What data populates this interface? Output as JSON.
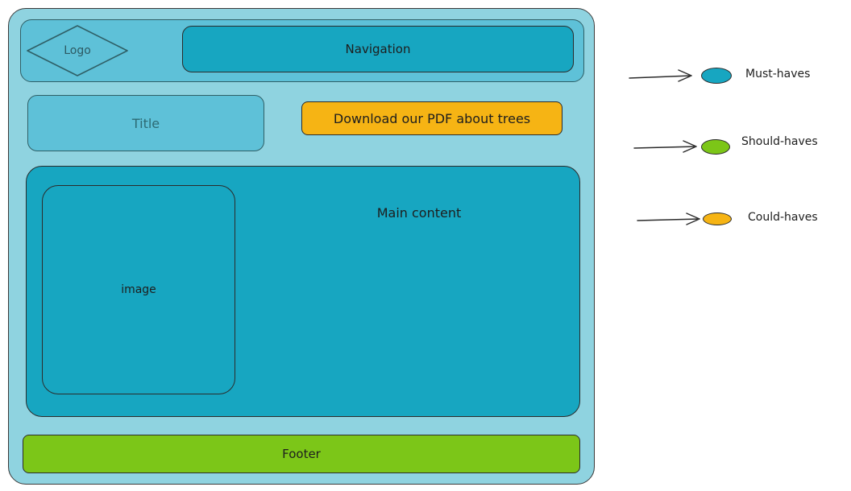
{
  "wireframe": {
    "logo": {
      "label": "Logo"
    },
    "navigation": {
      "label": "Navigation"
    },
    "title": {
      "label": "Title"
    },
    "download": {
      "label": "Download our PDF about trees"
    },
    "main": {
      "label": "Main content"
    },
    "image": {
      "label": "image"
    },
    "footer": {
      "label": "Footer"
    }
  },
  "legend": [
    {
      "label": "Must-haves",
      "color": "#17a6c1"
    },
    {
      "label": "Should-haves",
      "color": "#7cc618"
    },
    {
      "label": "Could-haves",
      "color": "#f6b414"
    }
  ],
  "colors": {
    "must": "#17a6c1",
    "should": "#7cc618",
    "could": "#f6b414",
    "frame": "#8fd3e0",
    "secondary": "#5ec1d8"
  }
}
